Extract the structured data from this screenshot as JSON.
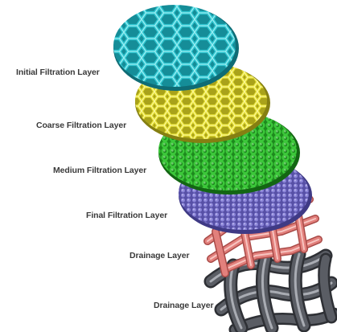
{
  "layers": [
    {
      "label": "Initial Filtration Layer",
      "color": "#2ec5d0",
      "dark": "#158d98",
      "light": "#9beef2",
      "mesh": "coarse-hex"
    },
    {
      "label": "Coarse Filtration Layer",
      "color": "#e8e234",
      "dark": "#a9a21a",
      "light": "#fbf8a6",
      "mesh": "medium-hex"
    },
    {
      "label": "Medium Filtration Layer",
      "color": "#3cc83a",
      "dark": "#1e8a1e",
      "light": "#9ff09c",
      "mesh": "fine-hex"
    },
    {
      "label": "Final Filtration Layer",
      "color": "#8a84d8",
      "dark": "#5750a6",
      "light": "#cbc7f4",
      "mesh": "very-fine"
    },
    {
      "label": "Drainage Layer",
      "color": "#e2807c",
      "dark": "#a94a47",
      "light": "#f7c4c0",
      "mesh": "woven-square"
    },
    {
      "label": "Drainage Layer",
      "color": "#5a5d64",
      "dark": "#2e3035",
      "light": "#a9acb3",
      "mesh": "woven-coarse"
    }
  ]
}
